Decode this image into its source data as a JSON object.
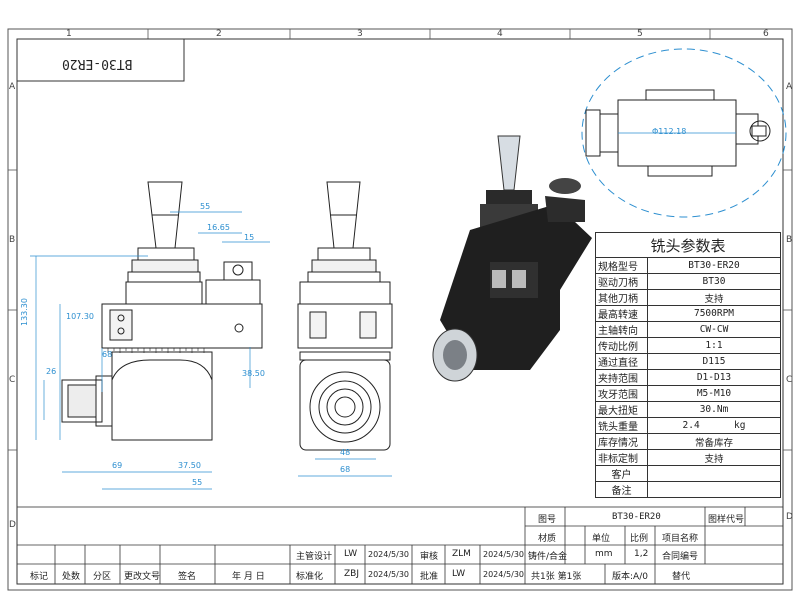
{
  "drawing_name_box": "BT30-ER20",
  "grid": {
    "cols": [
      "1",
      "2",
      "3",
      "4",
      "5",
      "6"
    ],
    "rows": [
      "A",
      "B",
      "C",
      "D"
    ]
  },
  "dimensions": {
    "d55_top": "55",
    "d16_65": "16.65",
    "d15": "15",
    "d133_30": "133.30",
    "d107_30": "107.30",
    "d68_left": "68",
    "d26": "26",
    "d38_50": "38.50",
    "d69": "69",
    "d37_50": "37.50",
    "d55_bottom": "55",
    "d48": "48",
    "d68_bottom": "68",
    "d_phi": "Φ112.18"
  },
  "params": {
    "title": "铣头参数表",
    "rows": [
      {
        "k": "规格型号",
        "v": "BT30-ER20"
      },
      {
        "k": "驱动刀柄",
        "v": "BT30"
      },
      {
        "k": "其他刀柄",
        "v": "支持"
      },
      {
        "k": "最高转速",
        "v": "7500RPM"
      },
      {
        "k": "主轴转向",
        "v": "CW-CW"
      },
      {
        "k": "传动比例",
        "v": "1:1"
      },
      {
        "k": "通过直径",
        "v": "D115"
      },
      {
        "k": "夹持范围",
        "v": "D1-D13"
      },
      {
        "k": "攻牙范围",
        "v": "M5-M10"
      },
      {
        "k": "最大扭矩",
        "v": "30.Nm"
      },
      {
        "k": "铣头重量",
        "v": "2.4      kg"
      },
      {
        "k": "库存情况",
        "v": "常备库存"
      },
      {
        "k": "非标定制",
        "v": "支持"
      },
      {
        "k": "客户",
        "v": ""
      },
      {
        "k": "备注",
        "v": ""
      }
    ]
  },
  "title_block": {
    "tuhao_label": "图号",
    "tuhao_value": "BT30-ER20",
    "tuyang_label": "图样代号",
    "material_label": "材质",
    "unit_label": "单位",
    "ratio_label": "比例",
    "project_label": "项目名称",
    "material_value": "铸件/合金",
    "unit_value": "mm",
    "ratio_value": "1,2",
    "contract_label": "合同编号",
    "sheets": "共1张  第1张",
    "version": "版本:A/0",
    "replace": "替代",
    "sign_rows": [
      {
        "role": "主管设计",
        "name": "LW",
        "date": "2024/5/30",
        "role2": "审核",
        "name2": "ZLM",
        "date2": "2024/5/30"
      },
      {
        "role": "标准化",
        "name": "ZBJ",
        "date": "2024/5/30",
        "role2": "批准",
        "name2": "LW",
        "date2": "2024/5/30"
      }
    ],
    "rev_headers": [
      "标记",
      "处数",
      "分区",
      "更改文号",
      "签名",
      "年 月 日"
    ]
  }
}
